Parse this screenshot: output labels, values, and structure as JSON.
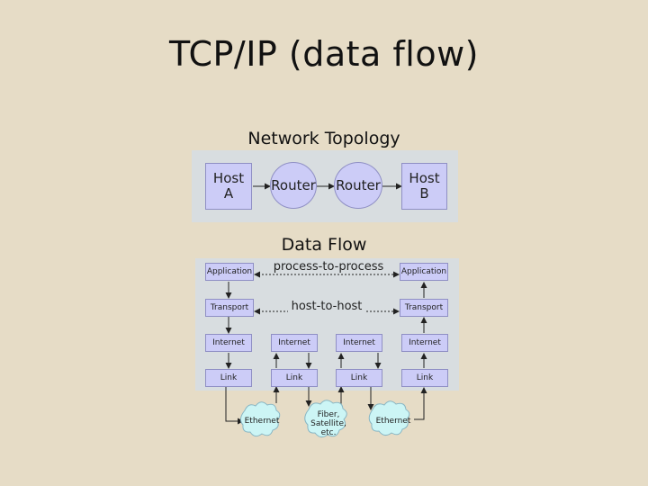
{
  "slide": {
    "title": "TCP/IP (data flow)"
  },
  "topology": {
    "title": "Network Topology",
    "host_a": "Host\nA",
    "router_1": "Router",
    "router_2": "Router",
    "host_b": "Host\nB"
  },
  "dataflow": {
    "title": "Data Flow",
    "process_label": "process-to-process",
    "host_label": "host-to-host",
    "stack_a": {
      "application": "Application",
      "transport": "Transport",
      "internet": "Internet",
      "link": "Link"
    },
    "router_1": {
      "internet": "Internet",
      "link": "Link"
    },
    "router_2": {
      "internet": "Internet",
      "link": "Link"
    },
    "stack_b": {
      "application": "Application",
      "transport": "Transport",
      "internet": "Internet",
      "link": "Link"
    },
    "media": {
      "left": "Ethernet",
      "middle": "Fiber,\nSatellite,\netc.",
      "right": "Ethernet"
    }
  },
  "colors": {
    "box_fill": "#ccccf7",
    "panel": "#d8dde0",
    "background": "#e6dcc6"
  }
}
